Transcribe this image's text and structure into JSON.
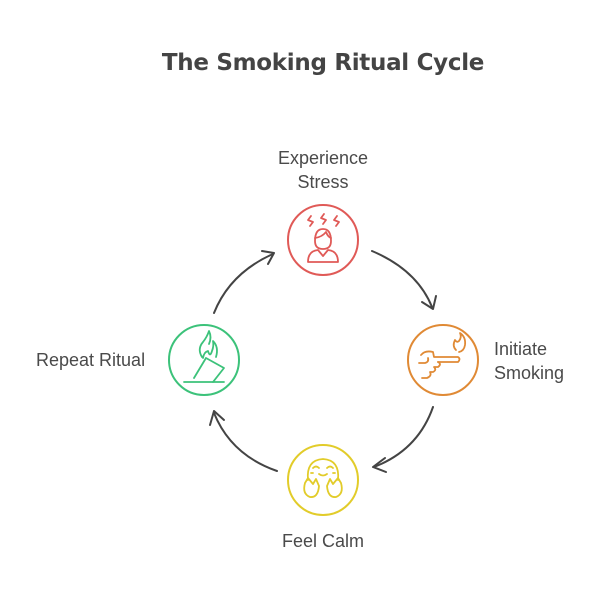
{
  "title": "The Smoking Ritual Cycle",
  "colors": {
    "stress": "#e05a57",
    "initiate": "#e08a35",
    "calm": "#e2cc2a",
    "repeat": "#3cc27a",
    "arrow": "#444444",
    "text": "#4a4a4a"
  },
  "steps": [
    {
      "id": "stress",
      "label_line1": "Experience",
      "label_line2": "Stress",
      "icon": "stressed-person-icon"
    },
    {
      "id": "initiate",
      "label_line1": "Initiate",
      "label_line2": "Smoking",
      "icon": "hand-lighter-icon"
    },
    {
      "id": "calm",
      "label_line1": "Feel Calm",
      "label_line2": "",
      "icon": "calm-face-hands-icon"
    },
    {
      "id": "repeat",
      "label_line1": "Repeat Ritual",
      "label_line2": "",
      "icon": "ballot-hand-icon"
    }
  ]
}
